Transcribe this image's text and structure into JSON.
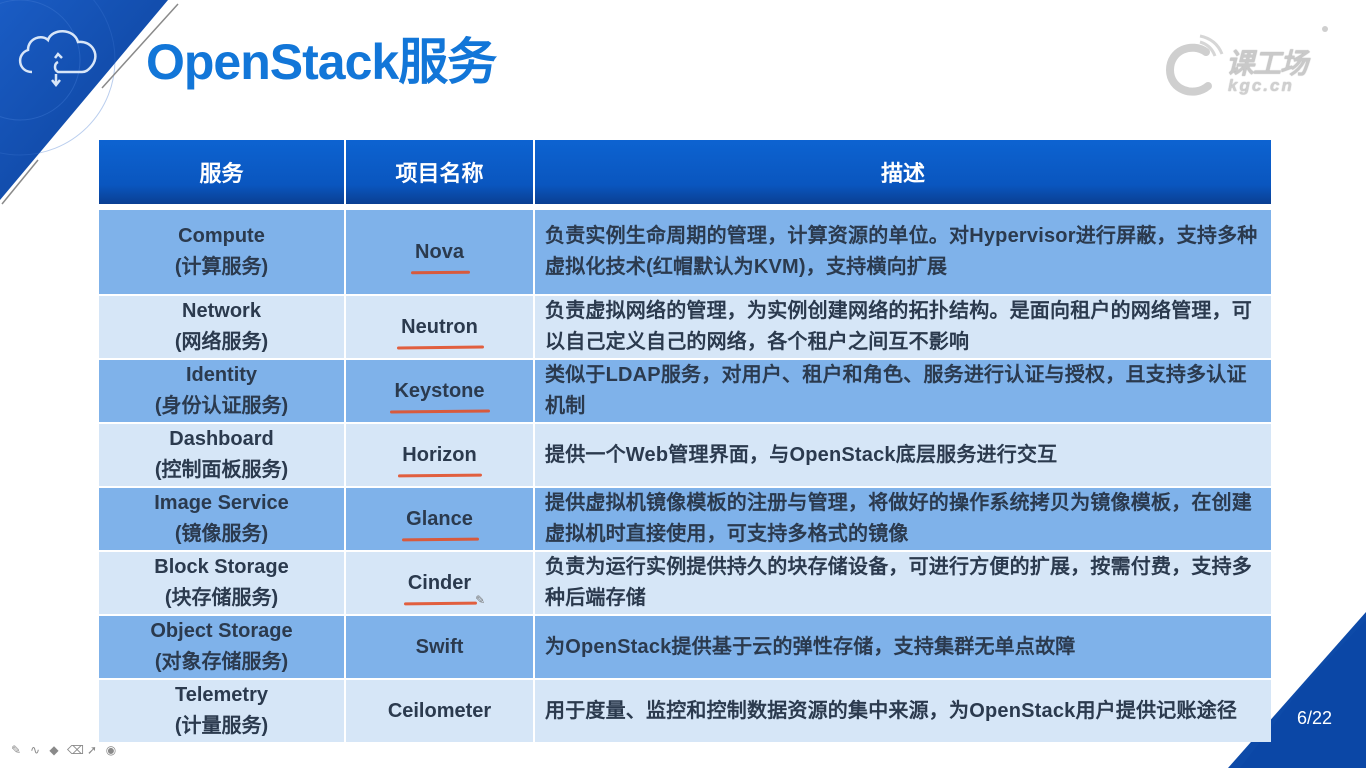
{
  "slide": {
    "title": "OpenStack服务",
    "page_number": "6/22",
    "logo": {
      "cn": "课工场",
      "en": "kgc.cn"
    }
  },
  "table": {
    "headers": [
      "服务",
      "项目名称",
      "描述"
    ],
    "rows": [
      {
        "service_en": "Compute",
        "service_cn": "(计算服务)",
        "project": "Nova",
        "underlined": true,
        "description": "负责实例生命周期的管理，计算资源的单位。对Hypervisor进行屏蔽，支持多种虚拟化技术(红帽默认为KVM)，支持横向扩展"
      },
      {
        "service_en": "Network",
        "service_cn": "(网络服务)",
        "project": "Neutron",
        "underlined": true,
        "description": "负责虚拟网络的管理，为实例创建网络的拓扑结构。是面向租户的网络管理，可以自己定义自己的网络，各个租户之间互不影响"
      },
      {
        "service_en": "Identity",
        "service_cn": "(身份认证服务)",
        "project": "Keystone",
        "underlined": true,
        "description": "类似于LDAP服务，对用户、租户和角色、服务进行认证与授权，且支持多认证机制"
      },
      {
        "service_en": "Dashboard",
        "service_cn": "(控制面板服务)",
        "project": "Horizon",
        "underlined": true,
        "description": "提供一个Web管理界面，与OpenStack底层服务进行交互"
      },
      {
        "service_en": "Image Service",
        "service_cn": "(镜像服务)",
        "project": "Glance",
        "underlined": true,
        "description": "提供虚拟机镜像模板的注册与管理，将做好的操作系统拷贝为镜像模板，在创建虚拟机时直接使用，可支持多格式的镜像"
      },
      {
        "service_en": "Block Storage",
        "service_cn": "(块存储服务)",
        "project": "Cinder",
        "underlined": true,
        "description": "负责为运行实例提供持久的块存储设备，可进行方便的扩展，按需付费，支持多种后端存储"
      },
      {
        "service_en": "Object Storage",
        "service_cn": "(对象存储服务)",
        "project": "Swift",
        "underlined": false,
        "description": "为OpenStack提供基于云的弹性存储，支持集群无单点故障"
      },
      {
        "service_en": "Telemetry",
        "service_cn": "(计量服务)",
        "project": "Ceilometer",
        "underlined": false,
        "description": "用于度量、监控和控制数据资源的集中来源，为OpenStack用户提供记账途径"
      }
    ]
  },
  "toolbar": {
    "tools": [
      "pen-icon",
      "curve-icon",
      "highlighter-icon",
      "eraser-icon",
      "pointer-icon",
      "record-icon"
    ]
  },
  "colors": {
    "title": "#1276d8",
    "header_bg": "#0a56bf",
    "row_dark": "#7fb2ea",
    "row_light": "#d6e6f7",
    "annotation": "#e2502a",
    "corner_blue": "#0d4aa8"
  }
}
